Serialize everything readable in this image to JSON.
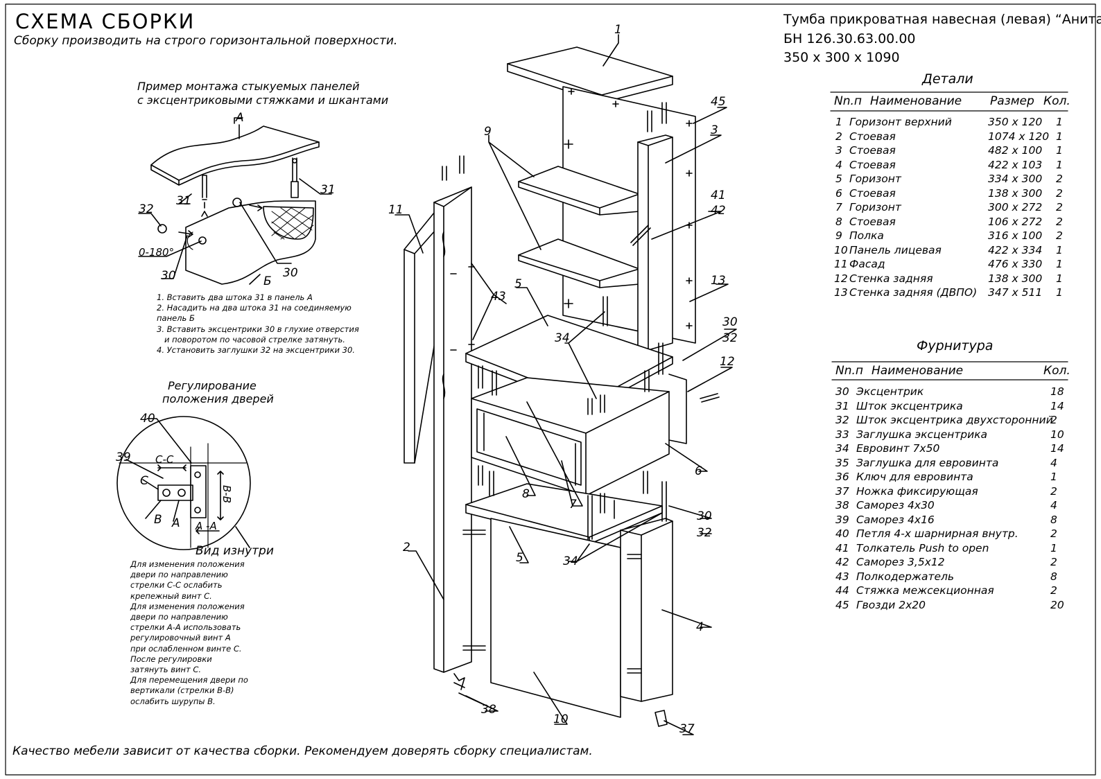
{
  "header": {
    "title": "СХЕМА СБОРКИ",
    "subtitle": "Сборку производить на строго горизонтальной поверхности."
  },
  "product": {
    "name": "Тумба прикроватная навесная (левая) “Анита”",
    "code": "БН 126.30.63.00.00",
    "dimensions": "350 x 300 x 1090"
  },
  "mount_example": {
    "title_line1": "Пример монтажа стыкуемых панелей",
    "title_line2": "с эксцентриковыми стяжками и шкантами",
    "label_a": "А",
    "label_b": "Б",
    "label_31a": "31",
    "label_31b": "31",
    "label_32": "32",
    "label_30a": "30",
    "label_30b": "30",
    "angle": "0-180°",
    "steps": [
      "1. Вставить два штока 31 в панель А",
      "2. Насадить на два штока 31 на соединяемую панель Б",
      "3. Вставить эксцентрики 30 в глухие отверстия",
      "   и поворотом по часовой стрелке затянуть.",
      "4. Установить заглушки 32 на эксцентрики 30."
    ]
  },
  "door_adjust": {
    "title_line1": "Регулирование",
    "title_line2": "положения дверей",
    "label_40": "40",
    "label_39": "39",
    "label_c": "С",
    "label_b": "В",
    "label_a": "А",
    "label_cc": "С-С",
    "label_bb": "В-В",
    "label_aa": "А -А",
    "view_label": "Вид изнутри",
    "notes": [
      "Для изменения положения",
      "двери по направлению",
      "стрелки С-С ослабить",
      "крепежный винт С.",
      "Для изменения положения",
      "двери по направлению",
      "стрелки А-А использовать",
      "регулировочный винт А",
      "при ослабленном винте С.",
      "После регулировки",
      "затянуть винт С.",
      "Для перемещения двери по",
      "вертикали (стрелки В-В)",
      "ослабить шурупы В."
    ]
  },
  "callouts": {
    "c1": "1",
    "c45": "45",
    "c3": "3",
    "c9": "9",
    "c11": "11",
    "c41": "41",
    "c42": "42",
    "c43": "43",
    "c5a": "5",
    "c13": "13",
    "c34a": "34",
    "c30a": "30",
    "c32a": "32",
    "c12": "12",
    "c6": "6",
    "c8": "8",
    "c7": "7",
    "c30b": "30",
    "c32b": "32",
    "c2": "2",
    "c5b": "5",
    "c34b": "34",
    "c4": "4",
    "c38": "38",
    "c10": "10",
    "c37": "37"
  },
  "details": {
    "title": "Детали",
    "headers": [
      "Nn.п",
      "Наименование",
      "Размер",
      "Кол."
    ],
    "rows": [
      [
        "1",
        "Горизонт верхний",
        "350 x 120",
        "1"
      ],
      [
        "2",
        "Стоевая",
        "1074 x 120",
        "1"
      ],
      [
        "3",
        "Стоевая",
        "482 x 100",
        "1"
      ],
      [
        "4",
        "Стоевая",
        "422 x 103",
        "1"
      ],
      [
        "5",
        "Горизонт",
        "334 x 300",
        "2"
      ],
      [
        "6",
        "Стоевая",
        "138 x 300",
        "2"
      ],
      [
        "7",
        "Горизонт",
        "300 x 272",
        "2"
      ],
      [
        "8",
        "Стоевая",
        "106 x 272",
        "2"
      ],
      [
        "9",
        "Полка",
        "316 x 100",
        "2"
      ],
      [
        "10",
        "Панель лицевая",
        "422 x 334",
        "1"
      ],
      [
        "11",
        "Фасад",
        "476 x 330",
        "1"
      ],
      [
        "12",
        "Стенка задняя",
        "138 x 300",
        "1"
      ],
      [
        "13",
        "Стенка задняя (ДВПО)",
        "347 x 511",
        "1"
      ]
    ]
  },
  "hardware": {
    "title": "Фурнитура",
    "headers": [
      "Nn.п",
      "Наименование",
      "Кол."
    ],
    "rows": [
      [
        "30",
        "Эксцентрик",
        "18"
      ],
      [
        "31",
        "Шток эксцентрика",
        "14"
      ],
      [
        "32",
        "Шток эксцентрика двухсторонний",
        "2"
      ],
      [
        "33",
        "Заглушка эксцентрика",
        "10"
      ],
      [
        "34",
        "Евровинт 7x50",
        "14"
      ],
      [
        "35",
        "Заглушка для евровинта",
        "4"
      ],
      [
        "36",
        "Ключ для евровинта",
        "1"
      ],
      [
        "37",
        "Ножка фиксирующая",
        "2"
      ],
      [
        "38",
        "Саморез 4x30",
        "4"
      ],
      [
        "39",
        "Саморез 4x16",
        "8"
      ],
      [
        "40",
        "Петля 4-х шарнирная внутр.",
        "2"
      ],
      [
        "41",
        "Толкатель Push to open",
        "1"
      ],
      [
        "42",
        "Саморез 3,5x12",
        "2"
      ],
      [
        "43",
        "Полкодержатель",
        "8"
      ],
      [
        "44",
        "Стяжка межсекционная",
        "2"
      ],
      [
        "45",
        "Гвозди 2x20",
        "20"
      ]
    ]
  },
  "footer": "Качество мебели зависит от качества сборки. Рекомендуем доверять сборку специалистам."
}
